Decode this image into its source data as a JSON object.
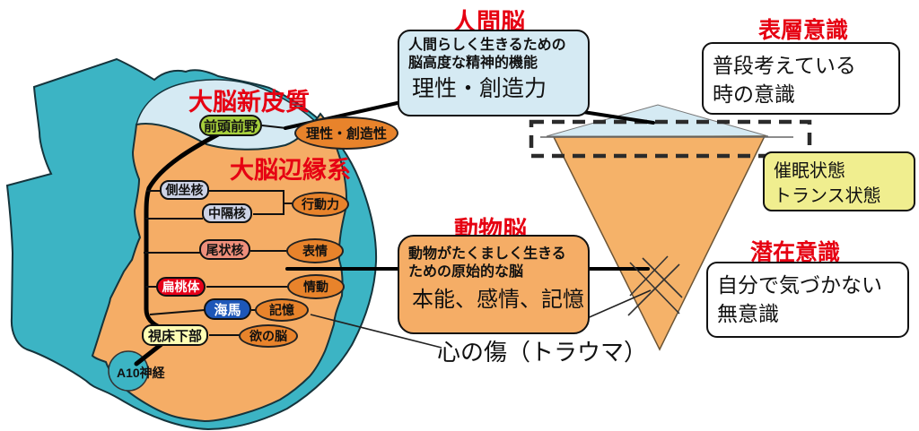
{
  "colors": {
    "teal": "#3CB4C4",
    "brain_orange": "#F5AD66",
    "pale_blue": "#D5EAF3",
    "oval_orange": "#E8832B",
    "red_text": "#E60012",
    "salmon": "#EF8F7B",
    "lavender": "#CDD3E6",
    "green": "#A6CF3B",
    "pale_yellow": "#FFFFB5",
    "amygdala_red": "#E60019",
    "hippo_blue": "#1D57B8",
    "note_yellow": "#F0EE8F"
  },
  "brain_map": {
    "neocortex_label": "大脳新皮質",
    "limbic_label": "大脳辺縁系",
    "regions": [
      {
        "label": "前頭前野"
      },
      {
        "label": "側坐核"
      },
      {
        "label": "中隔核"
      },
      {
        "label": "尾状核"
      },
      {
        "label": "扁桃体"
      },
      {
        "label": "海馬"
      },
      {
        "label": "視床下部"
      },
      {
        "label": "A10神経"
      }
    ],
    "functions": [
      {
        "label": "理性・創造性"
      },
      {
        "label": "行動力"
      },
      {
        "label": "表情"
      },
      {
        "label": "情動"
      },
      {
        "label": "記憶"
      },
      {
        "label": "欲の脳"
      }
    ]
  },
  "human_brain": {
    "title": "人間脳",
    "line1": "人間らしく生きるための",
    "line2": "脳高度な精神的機能",
    "line3": "理性・創造力"
  },
  "animal_brain": {
    "title": "動物脳",
    "line1": "動物がたくましく生きる",
    "line2": "ための原始的な脳",
    "line3": "本能、感情、記憶"
  },
  "surface_consciousness": {
    "title": "表層意識",
    "line1": "普段考えている",
    "line2": "時の意識"
  },
  "subconscious": {
    "title": "潜在意識",
    "line1": "自分で気づかない",
    "line2": "無意識"
  },
  "hypnosis_note": {
    "line1": "催眠状態",
    "line2": "トランス状態"
  },
  "trauma_label": "心の傷（トラウマ）"
}
